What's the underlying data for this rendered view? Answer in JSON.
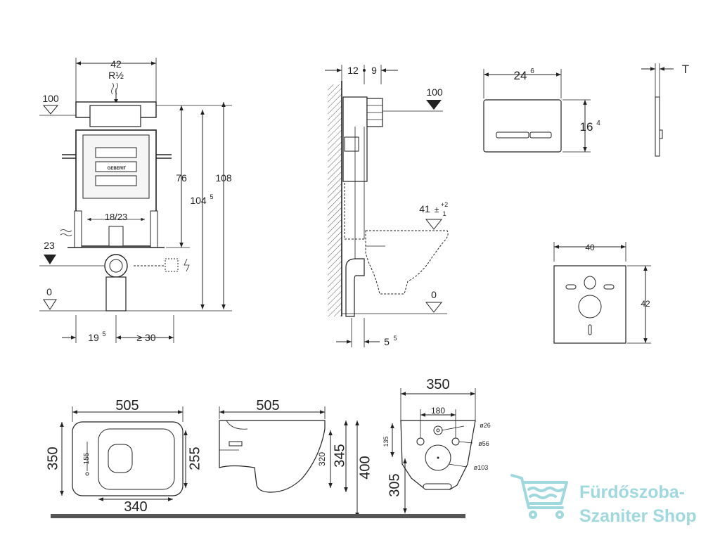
{
  "frame": {
    "width_top": "42",
    "connection": "R½",
    "level_top": "100",
    "height_76": "76",
    "height_104": "104",
    "height_104_sup": "5",
    "height_108": "108",
    "bolt_spacing": "18/23",
    "level_23": "23",
    "level_0": "0",
    "offset_19": "19",
    "offset_19_sup": "5",
    "min_30": "≥ 30",
    "brand": "GEBERIT"
  },
  "side": {
    "depth_12": "12",
    "depth_9": "9",
    "level_100": "100",
    "seat_height": "41",
    "seat_tol_plus": "+2",
    "seat_tol_minus": "1",
    "seat_pm": "±",
    "level_0": "0",
    "offset_5": "5",
    "offset_5_sup": "5"
  },
  "plate": {
    "width": "24",
    "width_sup": "6",
    "height": "16",
    "height_sup": "4",
    "thickness": "T"
  },
  "pad": {
    "width": "40",
    "height": "42"
  },
  "bowl_top": {
    "length": "505",
    "width": "350",
    "inner_width": "255",
    "hole": "155",
    "bottom": "340"
  },
  "bowl_side": {
    "length": "505",
    "h320": "320",
    "h345": "345",
    "h400": "400"
  },
  "bowl_back": {
    "width": "350",
    "spacing": "180",
    "d26": "ø26",
    "d56": "ø56",
    "d103": "ø103",
    "h135": "135",
    "h305": "305"
  },
  "watermark": {
    "line1": "Fürdőszoba-",
    "line2": "Szaniter Shop",
    "color": "#9fd8dd"
  }
}
